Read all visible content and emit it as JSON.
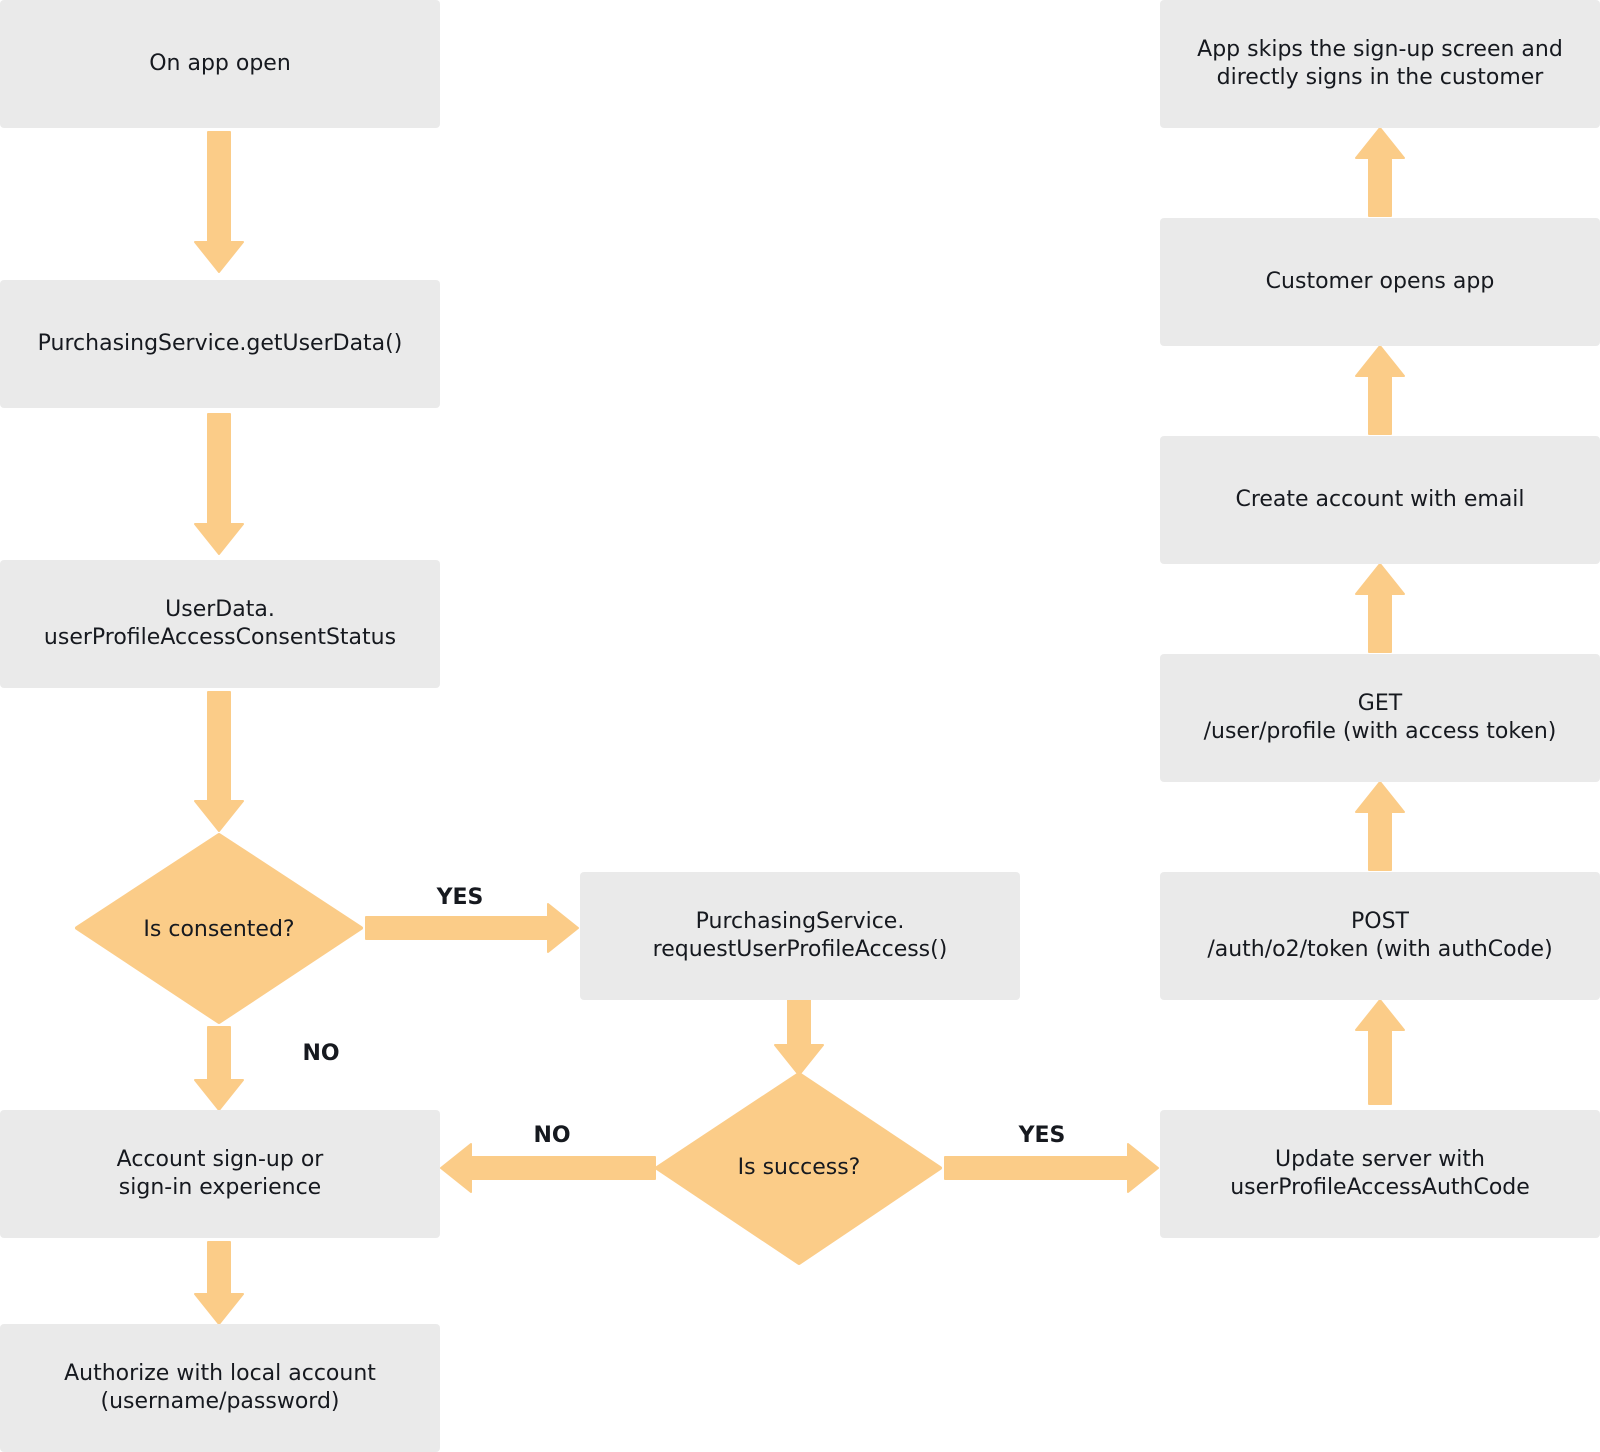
{
  "nodes": {
    "on_app_open": [
      "On app open"
    ],
    "get_user_data": [
      "PurchasingService.getUserData()"
    ],
    "consent_status": [
      "UserData.",
      "userProfileAccessConsentStatus"
    ],
    "is_consented": [
      "Is consented?"
    ],
    "request_access": [
      "PurchasingService.",
      "requestUserProfileAccess()"
    ],
    "is_success": [
      "Is success?"
    ],
    "account_signup": [
      "Account sign-up or",
      "sign-in experience"
    ],
    "authorize_local": [
      "Authorize with local account",
      "(username/password)"
    ],
    "update_server": [
      "Update server with",
      "userProfileAccessAuthCode"
    ],
    "post_token": [
      "POST",
      "/auth/o2/token (with authCode)"
    ],
    "get_profile": [
      "GET",
      "/user/profile (with access token)"
    ],
    "create_account": [
      "Create account with email"
    ],
    "customer_opens": [
      "Customer opens app"
    ],
    "app_skips": [
      "App skips the sign-up screen and",
      "directly signs in the customer"
    ]
  },
  "labels": {
    "consented_yes": "YES",
    "consented_no": "NO",
    "success_no": "NO",
    "success_yes": "YES"
  },
  "colors": {
    "box_fill": "#eaeaea",
    "arrow_fill": "#fbcc88",
    "text": "#16191f"
  }
}
